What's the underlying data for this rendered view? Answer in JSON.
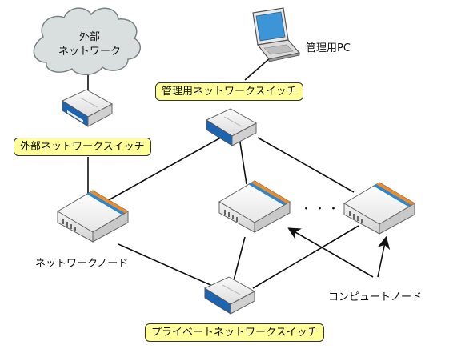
{
  "cloud": {
    "line1": "外部",
    "line2": "ネットワーク"
  },
  "labels": {
    "admin_pc": "管理用PC",
    "admin_switch": "管理用ネットワークスイッチ",
    "external_switch": "外部ネットワークスイッチ",
    "network_node": "ネットワークノード",
    "compute_node": "コンピュートノード",
    "private_switch": "プライベートネットワークスイッチ",
    "ellipsis": "・・・"
  },
  "colors": {
    "label_bg": "#ffff99",
    "cloud_fill": "#d9dedf",
    "switch_accent": "#1c63b0",
    "server_stripe_orange": "#f08a24",
    "server_stripe_blue": "#2f86c8",
    "laptop_screen": "#3c95d6"
  }
}
